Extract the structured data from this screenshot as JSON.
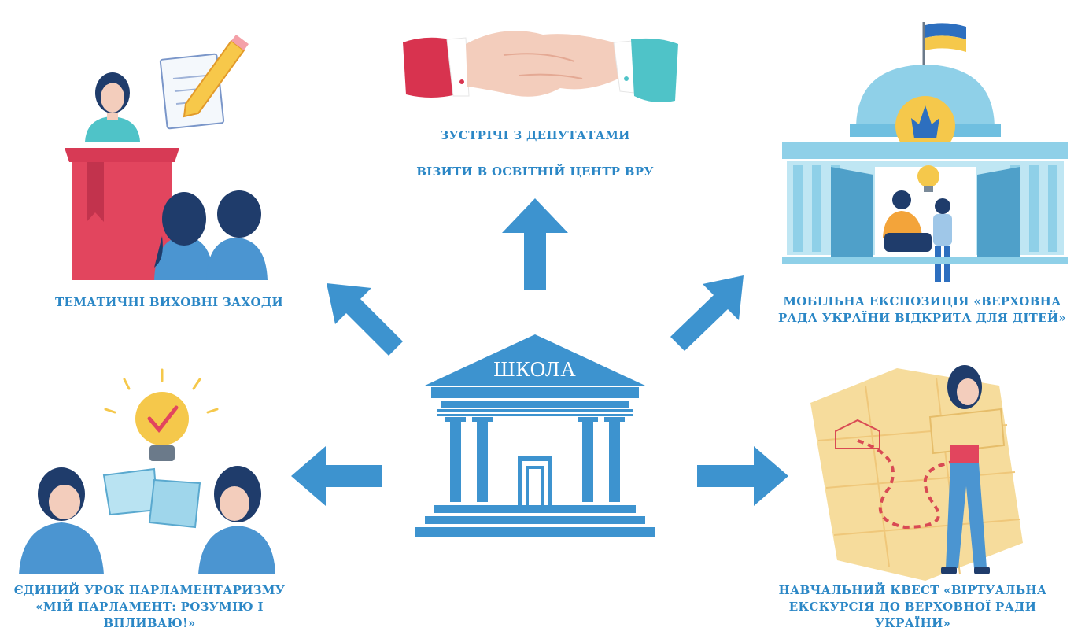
{
  "center": {
    "label": "ШКОЛА"
  },
  "nodes": [
    {
      "id": "thematic-events",
      "label": "ТЕМАТИЧНІ ВИХОВНІ ЗАХОДИ"
    },
    {
      "id": "deputies-meetings",
      "label": "ЗУСТРІЧІ З ДЕПУТАТАМИ"
    },
    {
      "id": "education-center-visits",
      "label": "ВІЗИТИ В ОСВІТНІЙ ЦЕНТР ВРУ"
    },
    {
      "id": "mobile-exposition",
      "lines": [
        "МОБІЛЬНА ЕКСПОЗИЦІЯ «ВЕРХОВНА",
        "РАДА УКРАЇНИ ВІДКРИТА ДЛЯ ДІТЕЙ»"
      ]
    },
    {
      "id": "parliament-lesson",
      "lines": [
        "ЄДИНИЙ УРОК ПАРЛАМЕНТАРИЗМУ",
        "«МІЙ ПАРЛАМЕНТ: РОЗУМІЮ І",
        "ВПЛИВАЮ!»"
      ]
    },
    {
      "id": "learning-quest",
      "lines": [
        "НАВЧАЛЬНИЙ КВЕСТ «ВІРТУАЛЬНА",
        "ЕКСКУРСІЯ ДО ВЕРХОВНОЇ РАДИ",
        "УКРАЇНИ»"
      ]
    }
  ],
  "colors": {
    "arrow": "#3d93cf",
    "text": "#2b87c6",
    "podium": "#e2455e",
    "person_dark": "#1f3c6b",
    "person_blue": "#4b95d1",
    "skin": "#f3cdbc",
    "teal": "#4fc3c8",
    "flag_blue": "#2d6fbf",
    "flag_yellow": "#f5c84b",
    "parliament": "#8fd0e8",
    "map": "#f6dc9c",
    "route": "#d94a54"
  },
  "icons": [
    "podium-speaker-icon",
    "handshake-icon",
    "parliament-building-icon",
    "lightbulb-dialogue-icon",
    "map-quest-icon",
    "school-building-icon"
  ]
}
